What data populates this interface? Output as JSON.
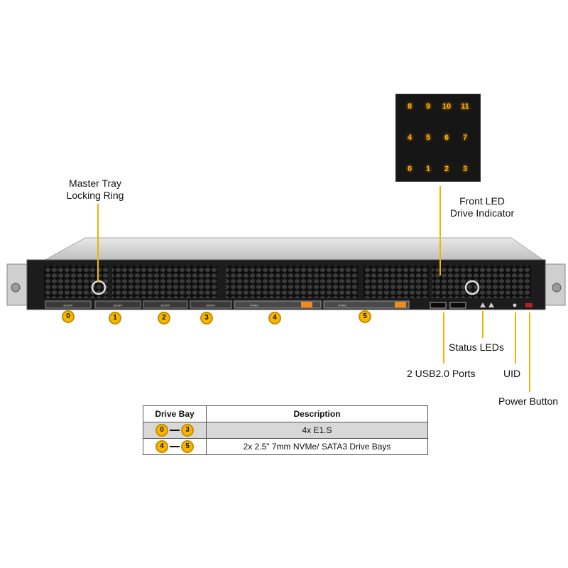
{
  "callouts": {
    "master_tray_locking_ring": [
      "Master Tray",
      "Locking Ring"
    ],
    "front_led_drive_indicator": [
      "Front LED",
      "Drive Indicator"
    ],
    "status_leds": "Status  LEDs",
    "usb_ports": "2 USB2.0 Ports",
    "uid": "UID",
    "power_button": "Power Button"
  },
  "led_inset": {
    "indicators": [
      "8",
      "9",
      "10",
      "11",
      "4",
      "5",
      "6",
      "7",
      "0",
      "1",
      "2",
      "3"
    ]
  },
  "drive_bays": [
    "0",
    "1",
    "2",
    "3",
    "4",
    "5"
  ],
  "bay_tray_labels": [
    "EDSFF",
    "EDSFF",
    "EDSFF",
    "EDSFF",
    "NVMe",
    "NVMe"
  ],
  "table": {
    "headers": [
      "Drive Bay",
      "Description"
    ],
    "rows": [
      {
        "from": "0",
        "to": "3",
        "description": "4x E1.S"
      },
      {
        "from": "4",
        "to": "5",
        "description": "2x 2.5\" 7mm NVMe/ SATA3 Drive  Bays"
      }
    ]
  },
  "colors": {
    "callout_line": "#f0b400",
    "badge_fill": "#f5b800",
    "led_glow": "#ffb400",
    "chassis_dark": "#1c1c1c",
    "chassis_top": "#d9d9d9"
  }
}
